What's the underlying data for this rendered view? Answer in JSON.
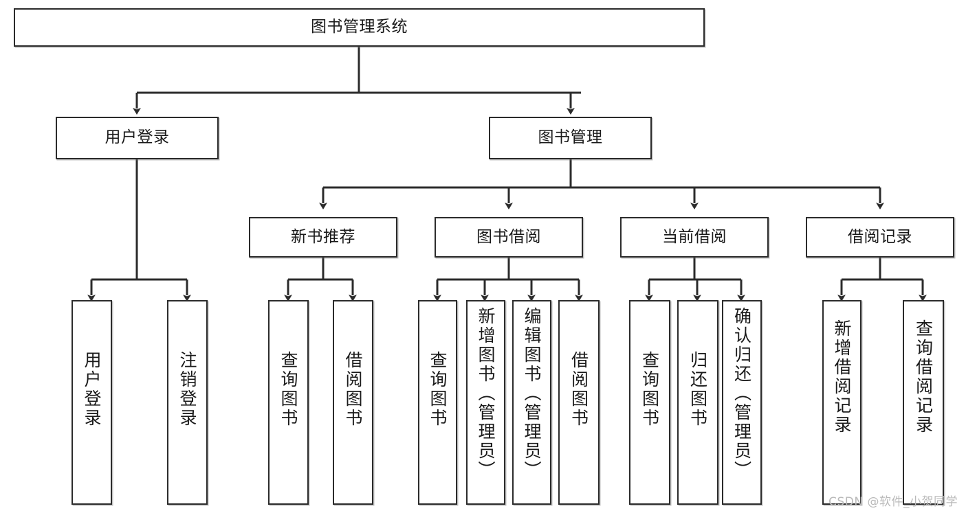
{
  "diagram": {
    "title": "图书管理系统",
    "watermark": "CSDN @软件_小贺同学",
    "line_color": "#2b2b2b",
    "box_fill": "#ffffff",
    "text_color": "#1a1a1a",
    "nodes": {
      "root": "图书管理系统",
      "user_login": "用户登录",
      "book_manage": "图书管理",
      "new_book_rec": "新书推荐",
      "book_borrow": "图书借阅",
      "current_borrow": "当前借阅",
      "borrow_record": "借阅记录",
      "leaf_user_login": "用户登录",
      "leaf_user_logout": "注销登录",
      "leaf_query_book_1": "查询图书",
      "leaf_borrow_book_1": "借阅图书",
      "leaf_query_book_2": "查询图书",
      "leaf_add_book_admin": "新增图书（管理员）",
      "leaf_edit_book_admin": "编辑图书（管理员）",
      "leaf_borrow_book_2": "借阅图书",
      "leaf_query_book_3": "查询图书",
      "leaf_return_book": "归还图书",
      "leaf_confirm_return_admin": "确认归还（管理员）",
      "leaf_add_record": "新增借阅记录",
      "leaf_query_record": "查询借阅记录"
    }
  }
}
